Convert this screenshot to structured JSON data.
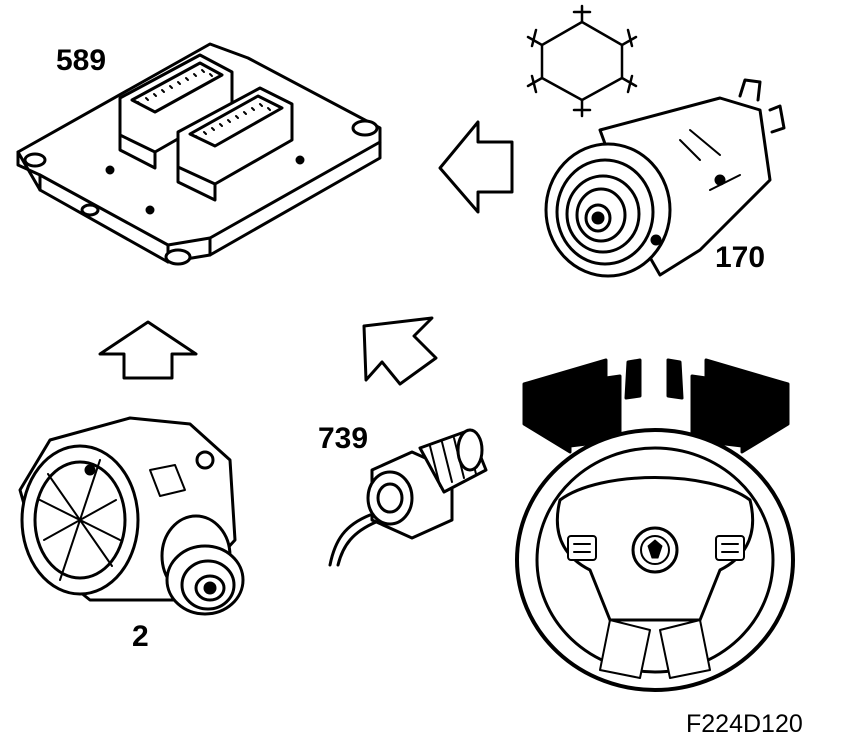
{
  "figure": {
    "code": "F224D120",
    "components": {
      "ecu": {
        "number": "589"
      },
      "ac_compressor": {
        "number": "170"
      },
      "generator": {
        "number": "2"
      },
      "pressure_sensor": {
        "number": "739"
      }
    },
    "colors": {
      "ink": "#000000",
      "paper": "#ffffff"
    }
  }
}
